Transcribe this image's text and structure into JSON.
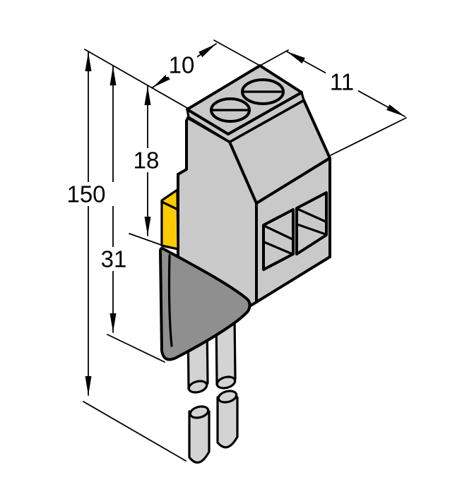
{
  "drawing": {
    "title": "Isometric dimensional drawing of sensor with screw-terminal head, indicator window, sensor nose and connection wires"
  },
  "dimension_labels": {
    "total_length": "150",
    "width": "10",
    "depth": "11",
    "head_height": "18",
    "body_length": "31"
  },
  "colors": {
    "background": "#ffffff",
    "housing": "#c9c9c9",
    "sensor_body": "#8f8f8f",
    "indicator": "#ffcb00",
    "wire": "#d3d3d3",
    "outline": "#000000",
    "halo": "#ffffff"
  }
}
